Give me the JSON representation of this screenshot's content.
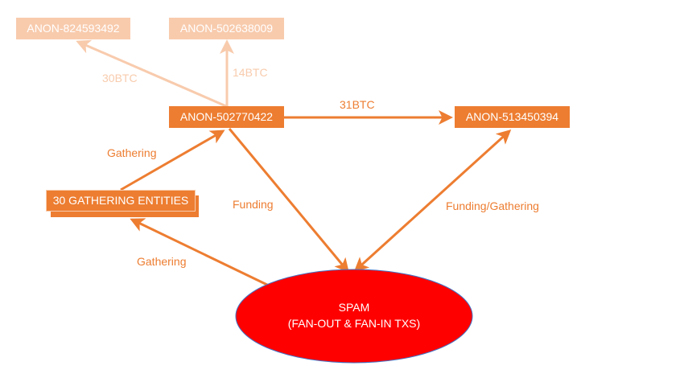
{
  "colors": {
    "primary": "#ed7d31",
    "faded": "#f8cbad",
    "spam_fill": "#ff0000",
    "spam_stroke": "#4472c4"
  },
  "nodes": {
    "anon_824593492": "ANON-824593492",
    "anon_502638009": "ANON-502638009",
    "anon_502770422": "ANON-502770422",
    "anon_513450394": "ANON-513450394",
    "gathering_entities": "30 GATHERING ENTITIES",
    "spam": {
      "line1": "SPAM",
      "line2": "(FAN-OUT & FAN-IN TXS)"
    }
  },
  "edges": [
    {
      "from": "ANON-502770422",
      "to": "ANON-824593492",
      "label": "30BTC",
      "style": "faded"
    },
    {
      "from": "ANON-502770422",
      "to": "ANON-502638009",
      "label": "14BTC",
      "style": "faded"
    },
    {
      "from": "ANON-502770422",
      "to": "ANON-513450394",
      "label": "31BTC",
      "style": "primary"
    },
    {
      "from": "30 GATHERING ENTITIES",
      "to": "ANON-502770422",
      "label": "Gathering",
      "style": "primary"
    },
    {
      "from": "ANON-502770422",
      "to": "SPAM",
      "label": "Funding",
      "style": "primary"
    },
    {
      "from": "SPAM",
      "to": "ANON-513450394",
      "label": "Funding/Gathering",
      "style": "primary",
      "bidirectional": true
    },
    {
      "from": "SPAM",
      "to": "30 GATHERING ENTITIES",
      "label": "Gathering",
      "style": "primary"
    }
  ]
}
